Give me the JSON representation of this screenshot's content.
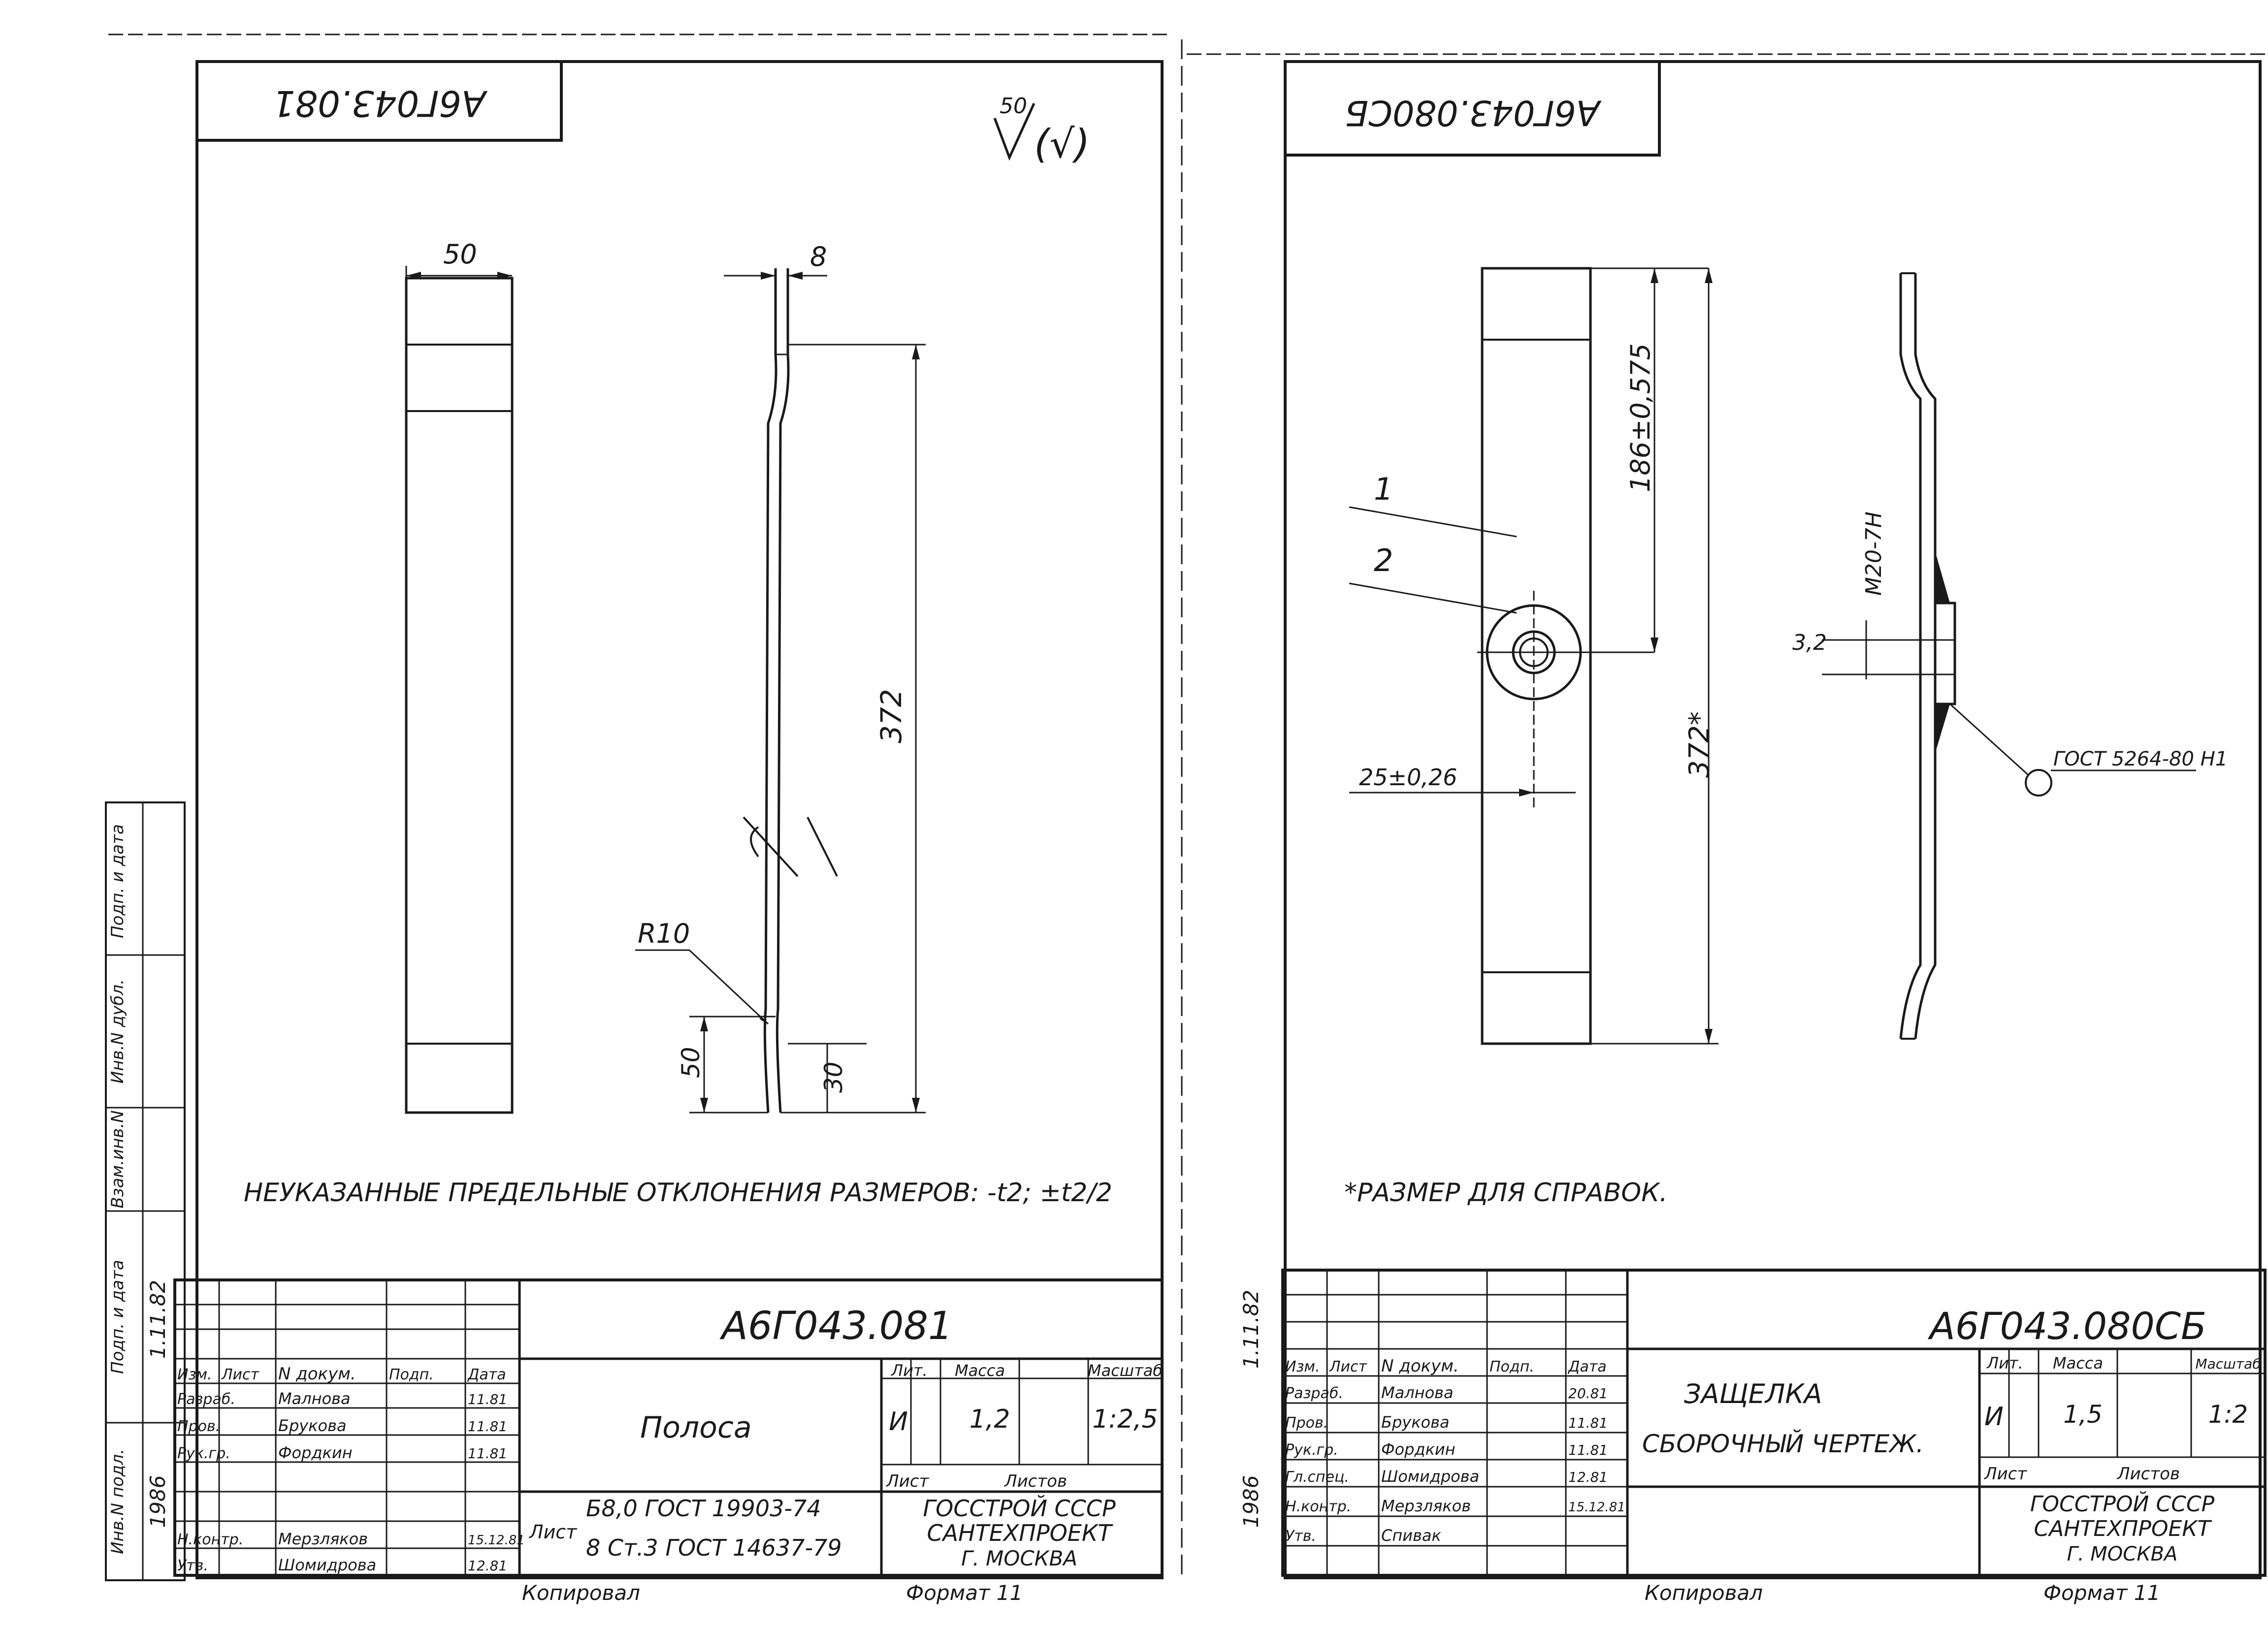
{
  "left_sheet": {
    "stamp_code_mirrored": "А6Г043.081",
    "roughness_value": "50",
    "dim_width": "50",
    "dim_thickness": "8",
    "dim_length": "372",
    "dim_bend_offset": "50",
    "dim_bottom": "30",
    "dim_radius": "R10",
    "note": "НЕУКАЗАННЫЕ ПРЕДЕЛЬНЫЕ ОТКЛОНЕНИЯ РАЗМЕРОВ: -t2; ±t2/2",
    "side_stamp": [
      "Инв.N подл.",
      "Подп. и дата",
      "Взам.инв.N",
      "Инв.N дубл.",
      "Подп. и дата"
    ],
    "side_values": [
      "1986",
      "1.11.82"
    ],
    "title_block": {
      "designation": "А6Г043.081",
      "name": "Полоса",
      "material_line1": "Б8,0 ГОСТ 19903-74",
      "material_line2": "8 Ст.3 ГОСТ 14637-79",
      "sheet_label": "Лист",
      "lit_label": "Лит.",
      "mass_label": "Масса",
      "scale_label": "Масштаб",
      "lit_value": "И",
      "mass_value": "1,2",
      "scale_value": "1:2,5",
      "sheet_cell": "Лист",
      "sheets_cell": "Листов",
      "org_line1": "ГОССТРОЙ СССР",
      "org_line2": "САНТЕХПРОЕКТ",
      "org_line3": "Г. МОСКВА",
      "rows": [
        {
          "role": "Изм.",
          "name": "Лист",
          "doc": "N докум.",
          "sign": "Подп.",
          "date": "Дата"
        },
        {
          "role": "Разраб.",
          "name": "Малнова",
          "doc": "",
          "sign": "",
          "date": "11.81"
        },
        {
          "role": "Пров.",
          "name": "Брукова",
          "doc": "",
          "sign": "",
          "date": "11.81"
        },
        {
          "role": "Рук.гр.",
          "name": "Фордкин",
          "doc": "",
          "sign": "",
          "date": "11.81"
        },
        {
          "role": "Н.контр.",
          "name": "Мерзляков",
          "doc": "",
          "sign": "",
          "date": "15.12.81"
        },
        {
          "role": "Утв.",
          "name": "Шомидрова",
          "doc": "",
          "sign": "",
          "date": "12.81"
        }
      ],
      "copied": "Копировал",
      "format": "Формат 11"
    }
  },
  "right_sheet": {
    "stamp_code_mirrored": "А6Г043.080СБ",
    "dim_height": "186±0,575",
    "dim_length": "372*",
    "dim_offset": "25±0,26",
    "dim_thread": "М20-7Н",
    "dim_weld": "3,2",
    "weld_ref": "ГОСТ 5264-80 Н1",
    "callout_1": "1",
    "callout_2": "2",
    "note": "*РАЗМЕР ДЛЯ СПРАВОК.",
    "side_values": [
      "1986",
      "1.11.82"
    ],
    "title_block": {
      "designation": "А6Г043.080СБ",
      "name_line1": "ЗАЩЕЛКА",
      "name_line2": "СБОРОЧНЫЙ ЧЕРТЕЖ.",
      "lit_label": "Лит.",
      "mass_label": "Масса",
      "scale_label": "Масштаб",
      "lit_value": "И",
      "mass_value": "1,5",
      "scale_value": "1:2",
      "sheet_cell": "Лист",
      "sheets_cell": "Листов",
      "org_line1": "ГОССТРОЙ СССР",
      "org_line2": "САНТЕХПРОЕКТ",
      "org_line3": "Г. МОСКВА",
      "rows": [
        {
          "role": "Изм.",
          "name": "Лист",
          "doc": "N докум.",
          "sign": "Подп.",
          "date": "Дата"
        },
        {
          "role": "Разраб.",
          "name": "Малнова",
          "doc": "",
          "sign": "",
          "date": "20.81"
        },
        {
          "role": "Пров.",
          "name": "Брукова",
          "doc": "",
          "sign": "",
          "date": "11.81"
        },
        {
          "role": "Рук.гр.",
          "name": "Фордкин",
          "doc": "",
          "sign": "",
          "date": "11.81"
        },
        {
          "role": "Гл.спец.",
          "name": "Шомидрова",
          "doc": "",
          "sign": "",
          "date": "12.81"
        },
        {
          "role": "Н.контр.",
          "name": "Мерзляков",
          "doc": "",
          "sign": "",
          "date": "15.12.81"
        },
        {
          "role": "Утв.",
          "name": "Спивак",
          "doc": "",
          "sign": "",
          "date": ""
        }
      ],
      "copied": "Копировал",
      "format": "Формат 11"
    }
  }
}
